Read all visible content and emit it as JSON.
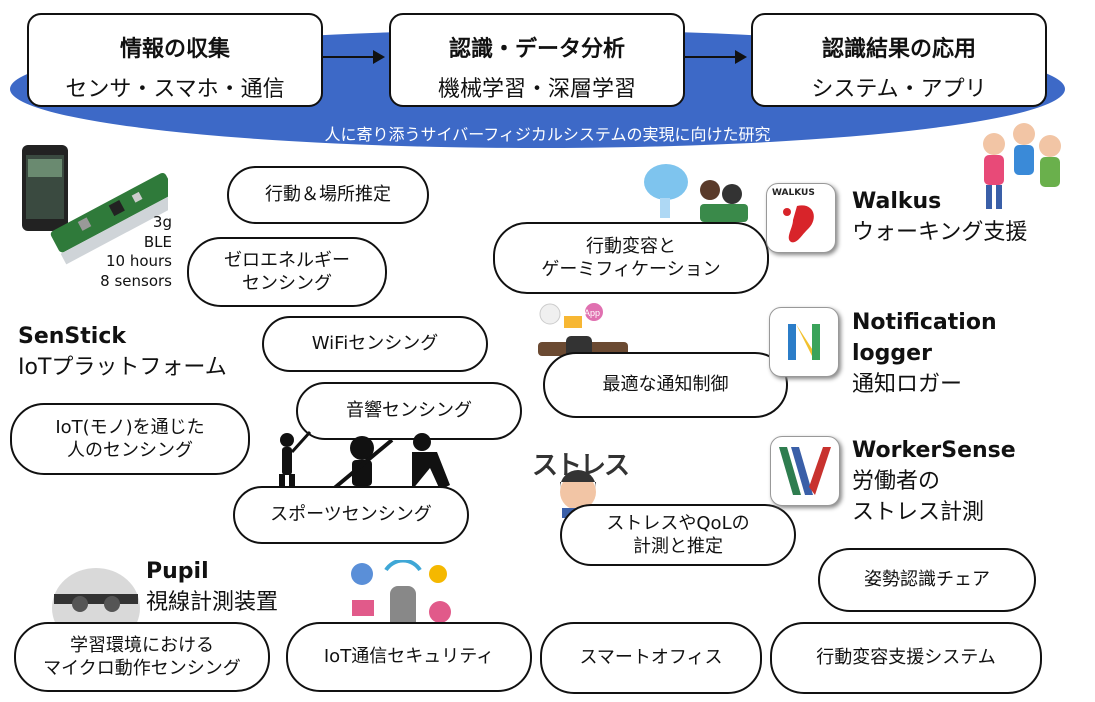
{
  "banner": {
    "stages": [
      {
        "title": "情報の収集",
        "sub": "センサ・スマホ・通信"
      },
      {
        "title": "認識・データ分析",
        "sub": "機械学習・深層学習"
      },
      {
        "title": "認識結果の応用",
        "sub": "システム・アプリ"
      }
    ],
    "tagline": "人に寄り添うサイバーフィジカルシステムの実現に向けた研究"
  },
  "senstick": {
    "specs": [
      "3g",
      "BLE",
      "10 hours",
      "8 sensors"
    ],
    "name": "SenStick",
    "desc": "IoTプラットフォーム"
  },
  "pupil": {
    "name": "Pupil",
    "desc": "視線計測装置"
  },
  "walkus": {
    "name": "Walkus",
    "desc": "ウォーキング支援",
    "logo_text": "WALKUS"
  },
  "notification": {
    "name1": "Notification",
    "name2": "logger",
    "desc": "通知ロガー"
  },
  "workersense": {
    "name": "WorkerSense",
    "desc1": "労働者の",
    "desc2": "ストレス計測"
  },
  "stress_sign": "ストレス",
  "app_badge": "App",
  "topics": {
    "location": "行動＆場所推定",
    "zero_energy": "ゼロエネルギー\nセンシング",
    "wifi": "WiFiセンシング",
    "sound": "音響センシング",
    "iot_human": "IoT(モノ)を通じた\n人のセンシング",
    "sports": "スポーツセンシング",
    "micro": "学習環境における\nマイクロ動作センシング",
    "iot_security": "IoT通信セキュリティ",
    "gamification": "行動変容と\nゲーミフィケーション",
    "notification_ctrl": "最適な通知制御",
    "stress_qol": "ストレスやQoLの\n計測と推定",
    "posture": "姿勢認識チェア",
    "smart_office": "スマートオフィス",
    "behavior_system": "行動変容支援システム"
  },
  "colors": {
    "ellipse": "#3d69c7",
    "walkus_red": "#d8242a",
    "worker_green": "#2e7d4f",
    "worker_blue": "#3a5fa8",
    "worker_red": "#c8322e"
  }
}
